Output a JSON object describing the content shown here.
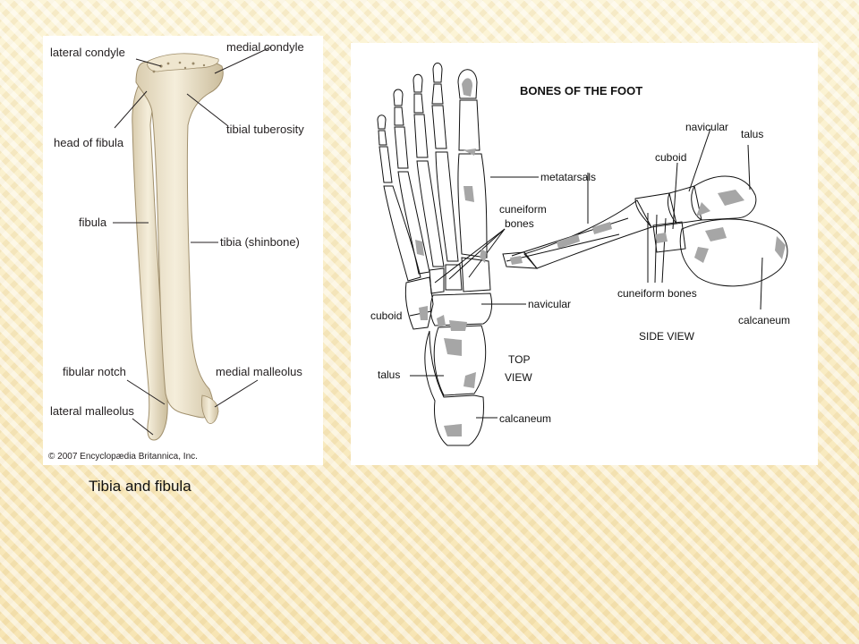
{
  "slide": {
    "caption": "Tibia and fibula"
  },
  "tibia_figure": {
    "labels": {
      "lateral_condyle": "lateral condyle",
      "medial_condyle": "medial condyle",
      "head_of_fibula": "head of fibula",
      "tibial_tuberosity": "tibial tuberosity",
      "fibula": "fibula",
      "tibia": "tibia (shinbone)",
      "fibular_notch": "fibular notch",
      "medial_malleolus": "medial malleolus",
      "lateral_malleolus": "lateral malleolus"
    },
    "copyright": "© 2007 Encyclopædia Britannica, Inc.",
    "bone_color": "#ece3cd"
  },
  "foot_figure": {
    "title": "BONES OF THE FOOT",
    "labels": {
      "metatarsals": "metatarsals",
      "cuneiform_line1": "cuneiform",
      "cuneiform_line2": "bones",
      "cuboid_top": "cuboid",
      "navicular_top": "navicular",
      "talus_top": "talus",
      "calcaneum_top": "calcaneum",
      "navicular_side": "navicular",
      "talus_side": "talus",
      "cuboid_side": "cuboid",
      "cuneiform_side": "cuneiform bones",
      "calcaneum_side": "calcaneum"
    },
    "views": {
      "top_line1": "TOP",
      "top_line2": "VIEW",
      "side": "SIDE VIEW"
    },
    "shading_color": "#a6a6a6"
  }
}
